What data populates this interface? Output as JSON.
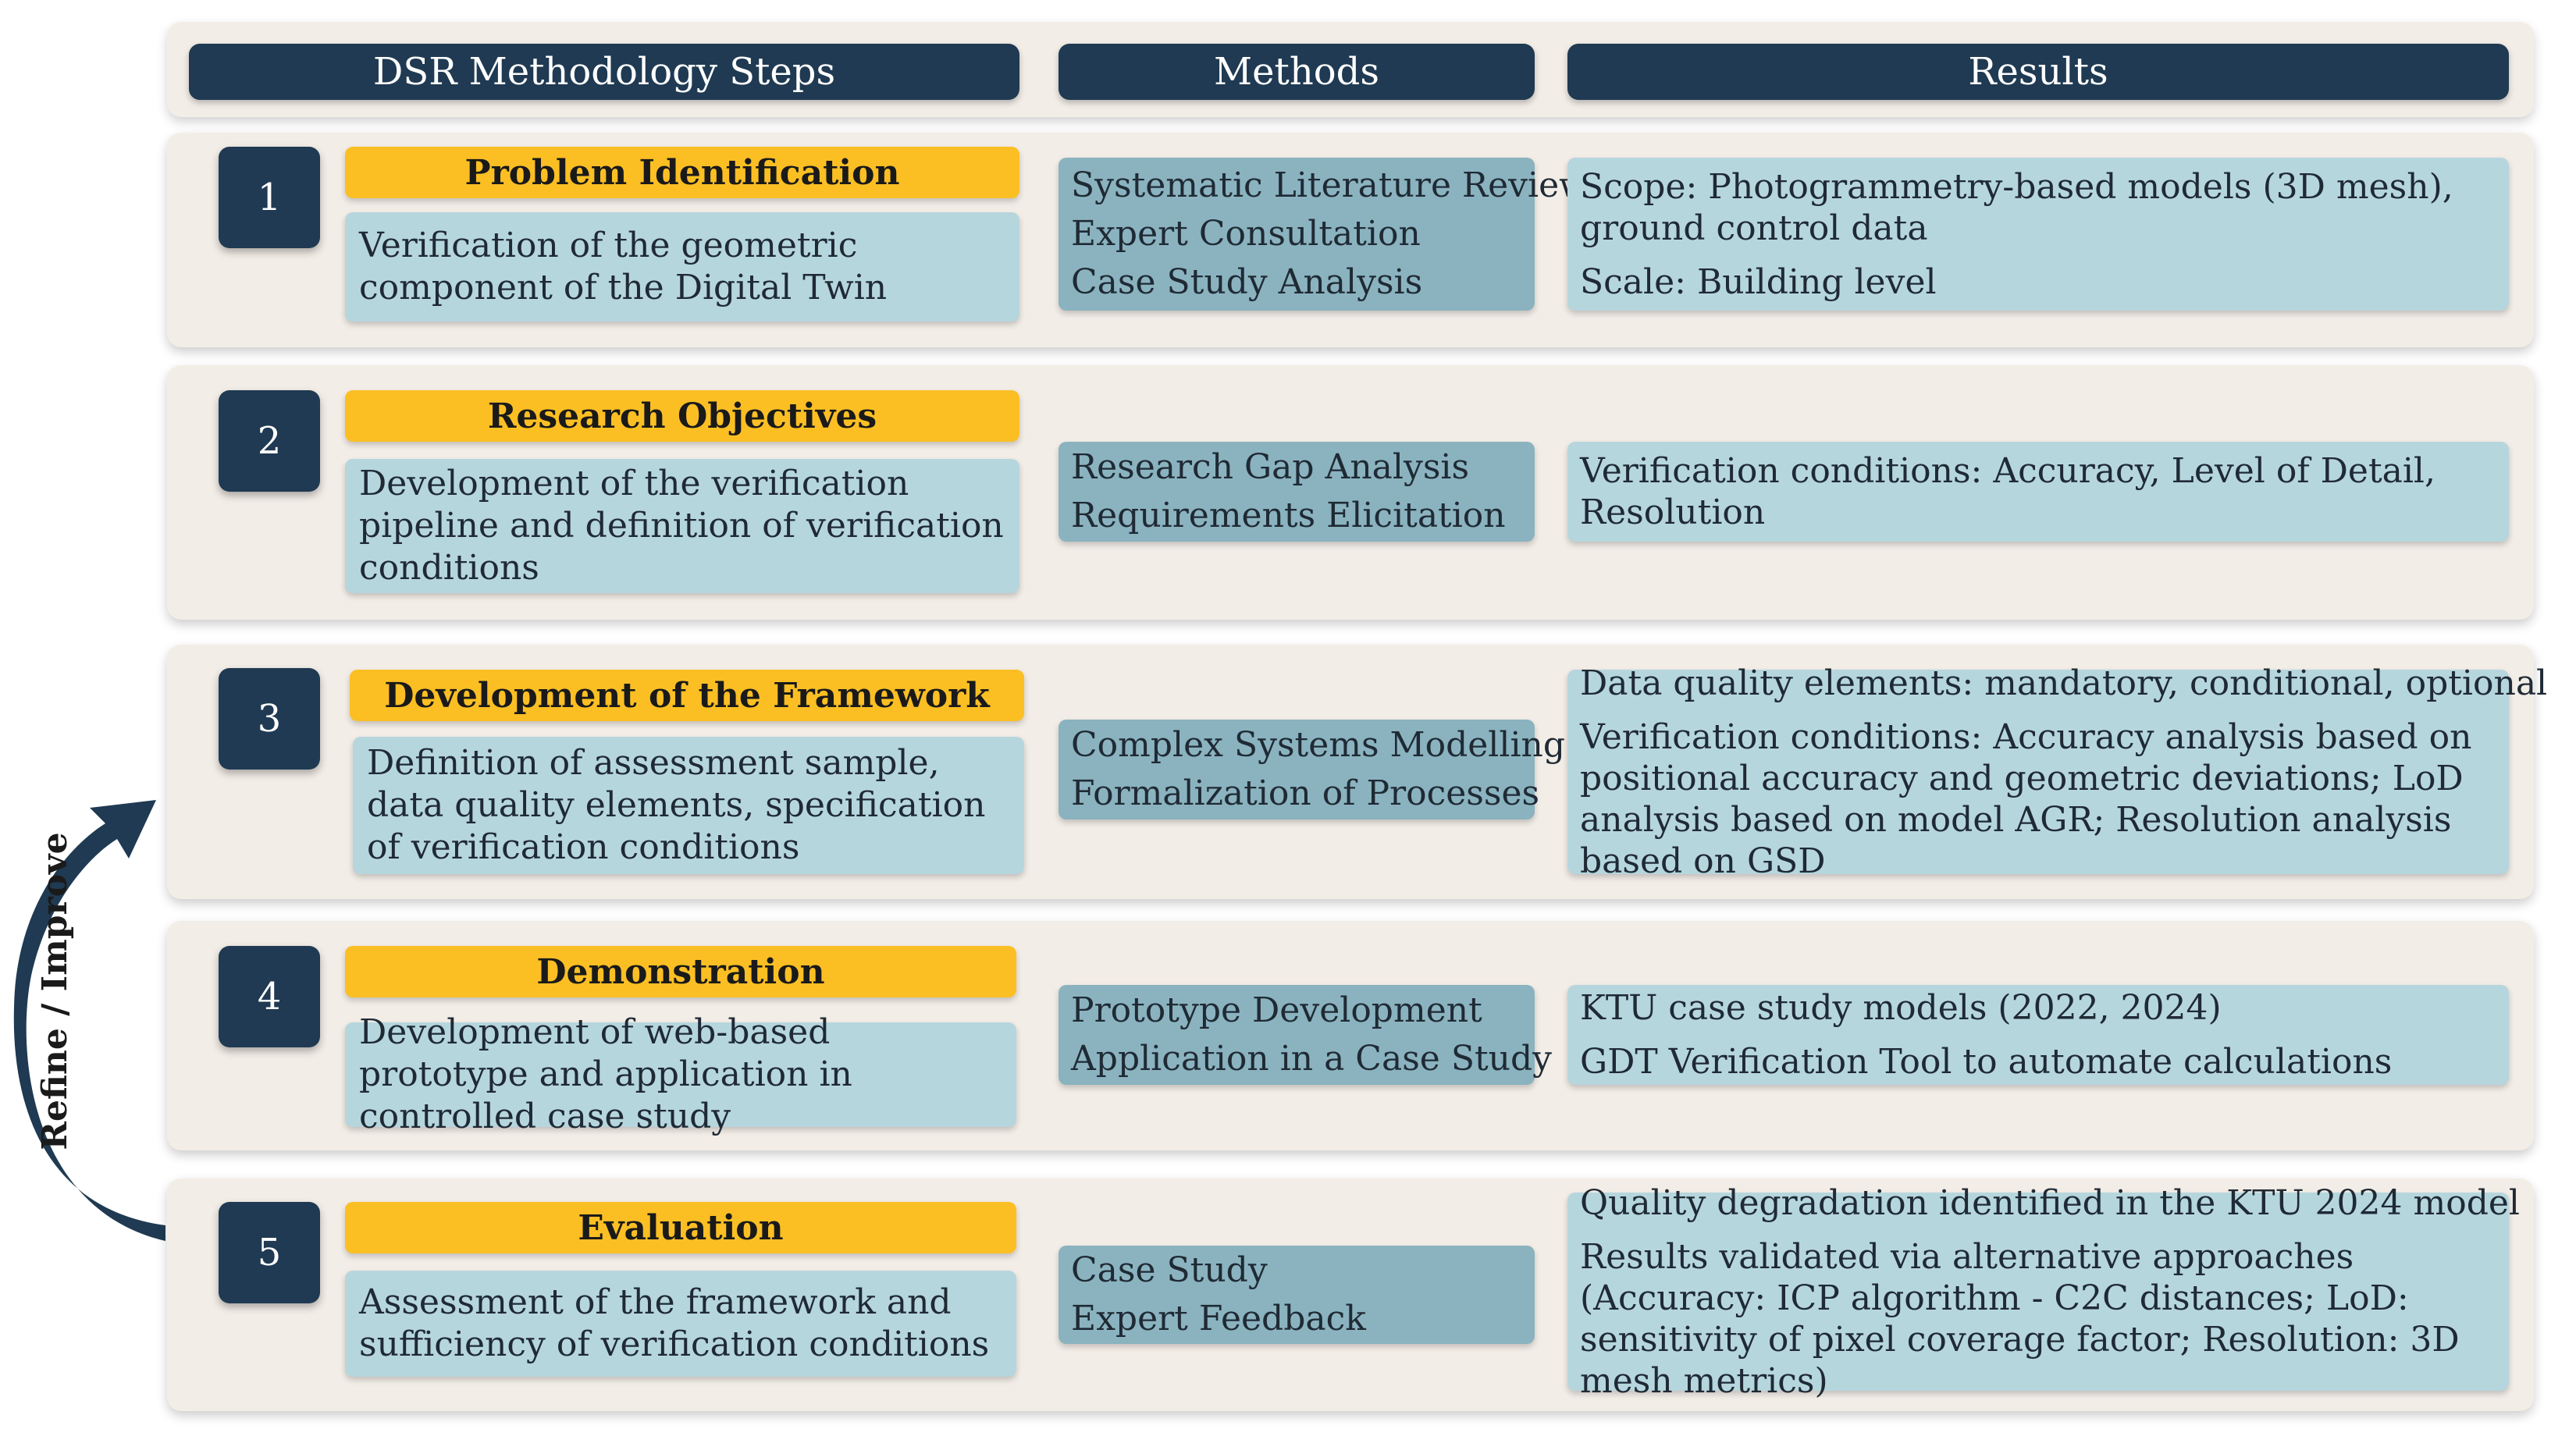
{
  "headers": {
    "steps": "DSR Methodology Steps",
    "methods": "Methods",
    "results": "Results"
  },
  "loop_label": "Refine / Improve",
  "rows": [
    {
      "number": "1",
      "title": "Problem Identification",
      "description": "Verification of the geometric component of the Digital Twin",
      "methods": [
        "Systematic Literature Review",
        "Expert Consultation",
        "Case Study Analysis"
      ],
      "results": [
        "Scope: Photogrammetry-based models (3D mesh), ground control data",
        "Scale: Building level"
      ]
    },
    {
      "number": "2",
      "title": "Research Objectives",
      "description": "Development of the verification pipeline and definition of verification conditions",
      "methods": [
        "Research Gap Analysis",
        "Requirements Elicitation"
      ],
      "results": [
        "Verification conditions: Accuracy, Level of Detail, Resolution"
      ]
    },
    {
      "number": "3",
      "title": "Development of the Framework",
      "description": "Definition of assessment sample, data quality elements, specification of verification conditions",
      "methods": [
        "Complex Systems Modelling",
        "Formalization of Processes"
      ],
      "results": [
        "Data quality elements: mandatory, conditional, optional",
        "Verification conditions: Accuracy analysis based on positional accuracy and geometric deviations; LoD analysis based on model AGR; Resolution analysis based on GSD"
      ]
    },
    {
      "number": "4",
      "title": "Demonstration",
      "description": "Development of web-based prototype and application in controlled case study",
      "methods": [
        "Prototype Development",
        "Application in a Case Study"
      ],
      "results": [
        "KTU case study models (2022, 2024)",
        "GDT Verification Tool to automate calculations"
      ]
    },
    {
      "number": "5",
      "title": "Evaluation",
      "description": "Assessment of the framework and sufficiency of verification conditions",
      "methods": [
        "Case Study",
        "Expert Feedback"
      ],
      "results": [
        "Quality degradation identified in the KTU 2024 model",
        "Results validated via alternative approaches (Accuracy: ICP algorithm - C2C distances; LoD: sensitivity of pixel coverage factor; Resolution: 3D mesh metrics)"
      ]
    }
  ],
  "colors": {
    "navy": "#1f3a52",
    "title_yellow": "#fbbf24",
    "light_teal": "#b6d6de",
    "method_teal": "#8ab3bf",
    "band_beige": "#f3ede7"
  }
}
